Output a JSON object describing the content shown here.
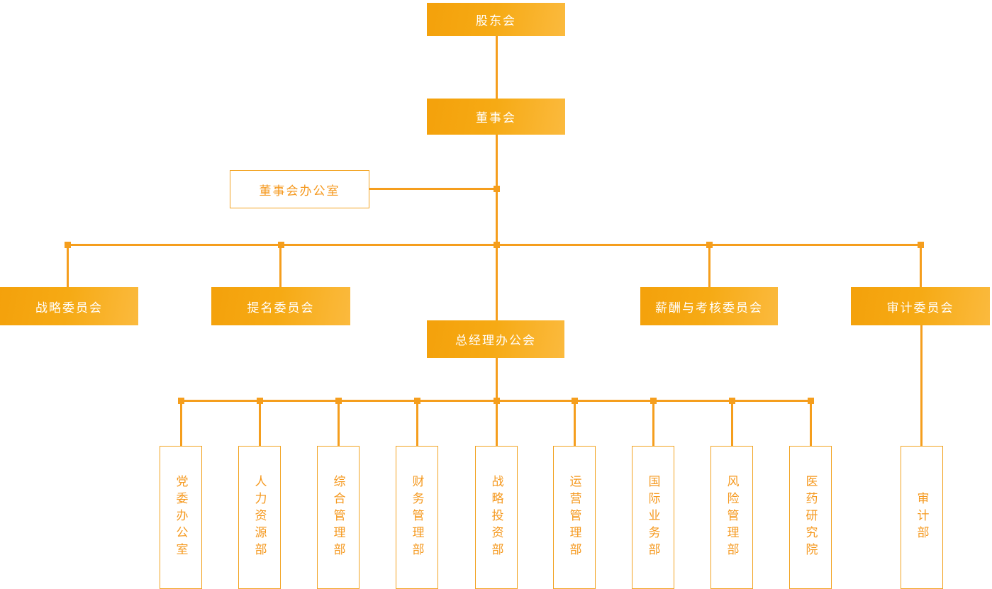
{
  "org_chart": {
    "top": {
      "label": "股东会"
    },
    "board": {
      "label": "董事会"
    },
    "board_office": {
      "label": "董事会办公室"
    },
    "committees": [
      {
        "label": "战略委员会"
      },
      {
        "label": "提名委员会"
      },
      {
        "label": "薪酬与考核委员会"
      },
      {
        "label": "审计委员会"
      }
    ],
    "gm_office": {
      "label": "总经理办公会"
    },
    "departments": [
      {
        "label": "党委办公室"
      },
      {
        "label": "人力资源部"
      },
      {
        "label": "综合管理部"
      },
      {
        "label": "财务管理部"
      },
      {
        "label": "战略投资部"
      },
      {
        "label": "运营管理部"
      },
      {
        "label": "国际业务部"
      },
      {
        "label": "风险管理部"
      },
      {
        "label": "医药研究院"
      }
    ],
    "audit_department": {
      "label": "审计部"
    },
    "colors": {
      "connector_line": "#F59E1D",
      "solid_box_gradient_start": "#F4A10B",
      "solid_box_gradient_end": "#FBBA3E",
      "solid_box_text": "#FFFFFF",
      "outline_box_border": "#F2A321",
      "outline_box_text": "#F5991F",
      "background": "#FFFFFF"
    }
  }
}
